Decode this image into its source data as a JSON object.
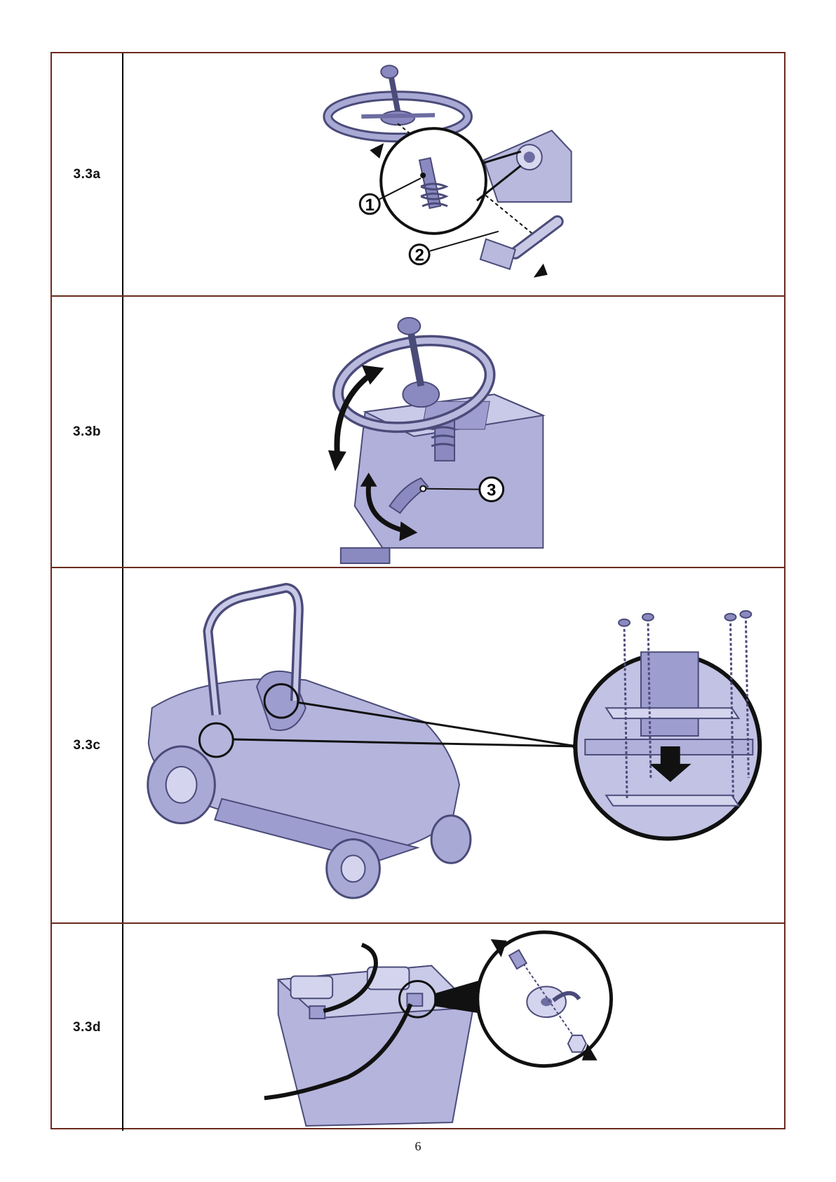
{
  "steps": [
    {
      "id": "3.3a",
      "callouts": [
        "1",
        "2"
      ]
    },
    {
      "id": "3.3b",
      "callouts": [
        "3"
      ]
    },
    {
      "id": "3.3c",
      "callouts": []
    },
    {
      "id": "3.3d",
      "callouts": []
    }
  ],
  "page_number": "6",
  "colors": {
    "border": "#6b2a1e",
    "illustration_fill": "#a9a9d6",
    "illustration_dark": "#4b4b7a",
    "line": "#111111"
  },
  "icons": [
    "steering-wheel-icon",
    "mallet-icon",
    "mower-tractor-icon",
    "battery-icon",
    "arrow-icon",
    "magnifier-circle-icon"
  ]
}
